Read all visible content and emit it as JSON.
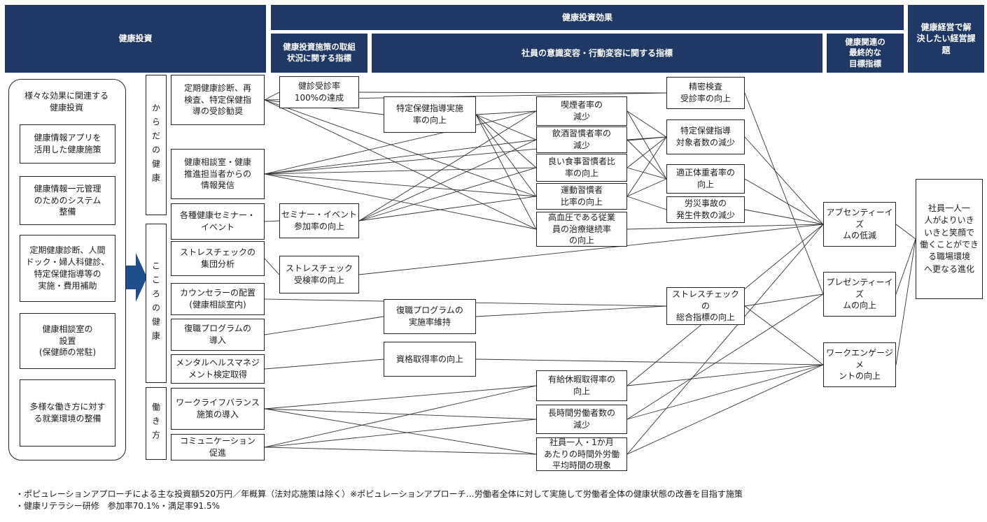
{
  "headers": {
    "investment": "健康投資",
    "effect": "健康投資効果",
    "status": "健康投資施策の取組\n状況に関する指標",
    "awareness": "社員の意識変容・行動変容に関する指標",
    "final": "健康関連の\n最終的な\n目標指標",
    "issue": "健康経営で解\n決したい経営課\n題"
  },
  "left_panel": {
    "title": "様々な効果に関連する\n健康投資",
    "items": [
      "健康情報アプリを\n活用した健康施策",
      "健康情報一元管理\nのためのシステム\n整備",
      "定期健康診断、人間\nドック・婦人科健診、\n特定保健指導等の\n実施・費用補助",
      "健康相談室の\n設置\n(保健師の常駐)",
      "多様な働き方に対す\nる就業環境の整備"
    ]
  },
  "categories": {
    "body": "からだの健康",
    "mind": "こころの健康",
    "work": "働き方"
  },
  "measures": [
    "定期健康診断、再\n検査、特定保健指\n導の受診勧奨",
    "健康相談室・健康\n推進担当者からの\n情報発信",
    "各種健康セミナー・\nイベント",
    "ストレスチェックの\n集団分析",
    "カウンセラーの配置\n(健康相談室内)",
    "復職プログラムの\n導入",
    "メンタルヘルスマネジ\nメント検定取得",
    "ワークライフバランス\n施策の導入",
    "コミュニケーション\n促進"
  ],
  "status_indicators": [
    "健診受診率\n100%の達成",
    "セミナー・イベント\n参加率の向上",
    "ストレスチェック\n受検率の向上"
  ],
  "mid_indicators": [
    "特定保健指導実施\n率の向上",
    "復職プログラムの\n実施率維持",
    "資格取得率の向上"
  ],
  "behavior_indicators": [
    "喫煙者率の\n減少",
    "飲酒習慣者率の\n減少",
    "良い食事習慣者比\n率の向上",
    "運動習慣者\n比率の向上",
    "高血圧である従業\n員の治療継続率\nの向上",
    "有給休暇取得率の\n向上",
    "長時間労働者数の\n減少",
    "社員一人・1か月\nあたりの時間外労働\n平均時間の現象"
  ],
  "outcome_indicators": [
    "精密検査\n受診率の向上",
    "特定保健指導\n対象者数の減少",
    "適正体重者率の\n向上",
    "労災事故の\n発生件数の減少",
    "ストレスチェックの\n総合指標の向上"
  ],
  "final_indicators": [
    "アブセンティーイズ\nムの低減",
    "プレゼンティーイズ\nムの向上",
    "ワークエンゲージメ\nントの向上"
  ],
  "goal": "社員一人一\n人がよりいき\nいきと笑顔で\n働くことができ\nる職場環境\nへ更なる進化",
  "notes": [
    "・ポピュレーションアプローチによる主な投資額520万円／年概算（法対応施策は除く）※ポピュレーションアプローチ…労働者全体に対して実施して労働者全体の健康状態の改善を目指す施策",
    "・健康リテラシー研修　参加率70.1%・満足率91.5%"
  ],
  "colors": {
    "header": "#1f3864",
    "arrow": "#1f4e8c",
    "line": "#333333"
  }
}
